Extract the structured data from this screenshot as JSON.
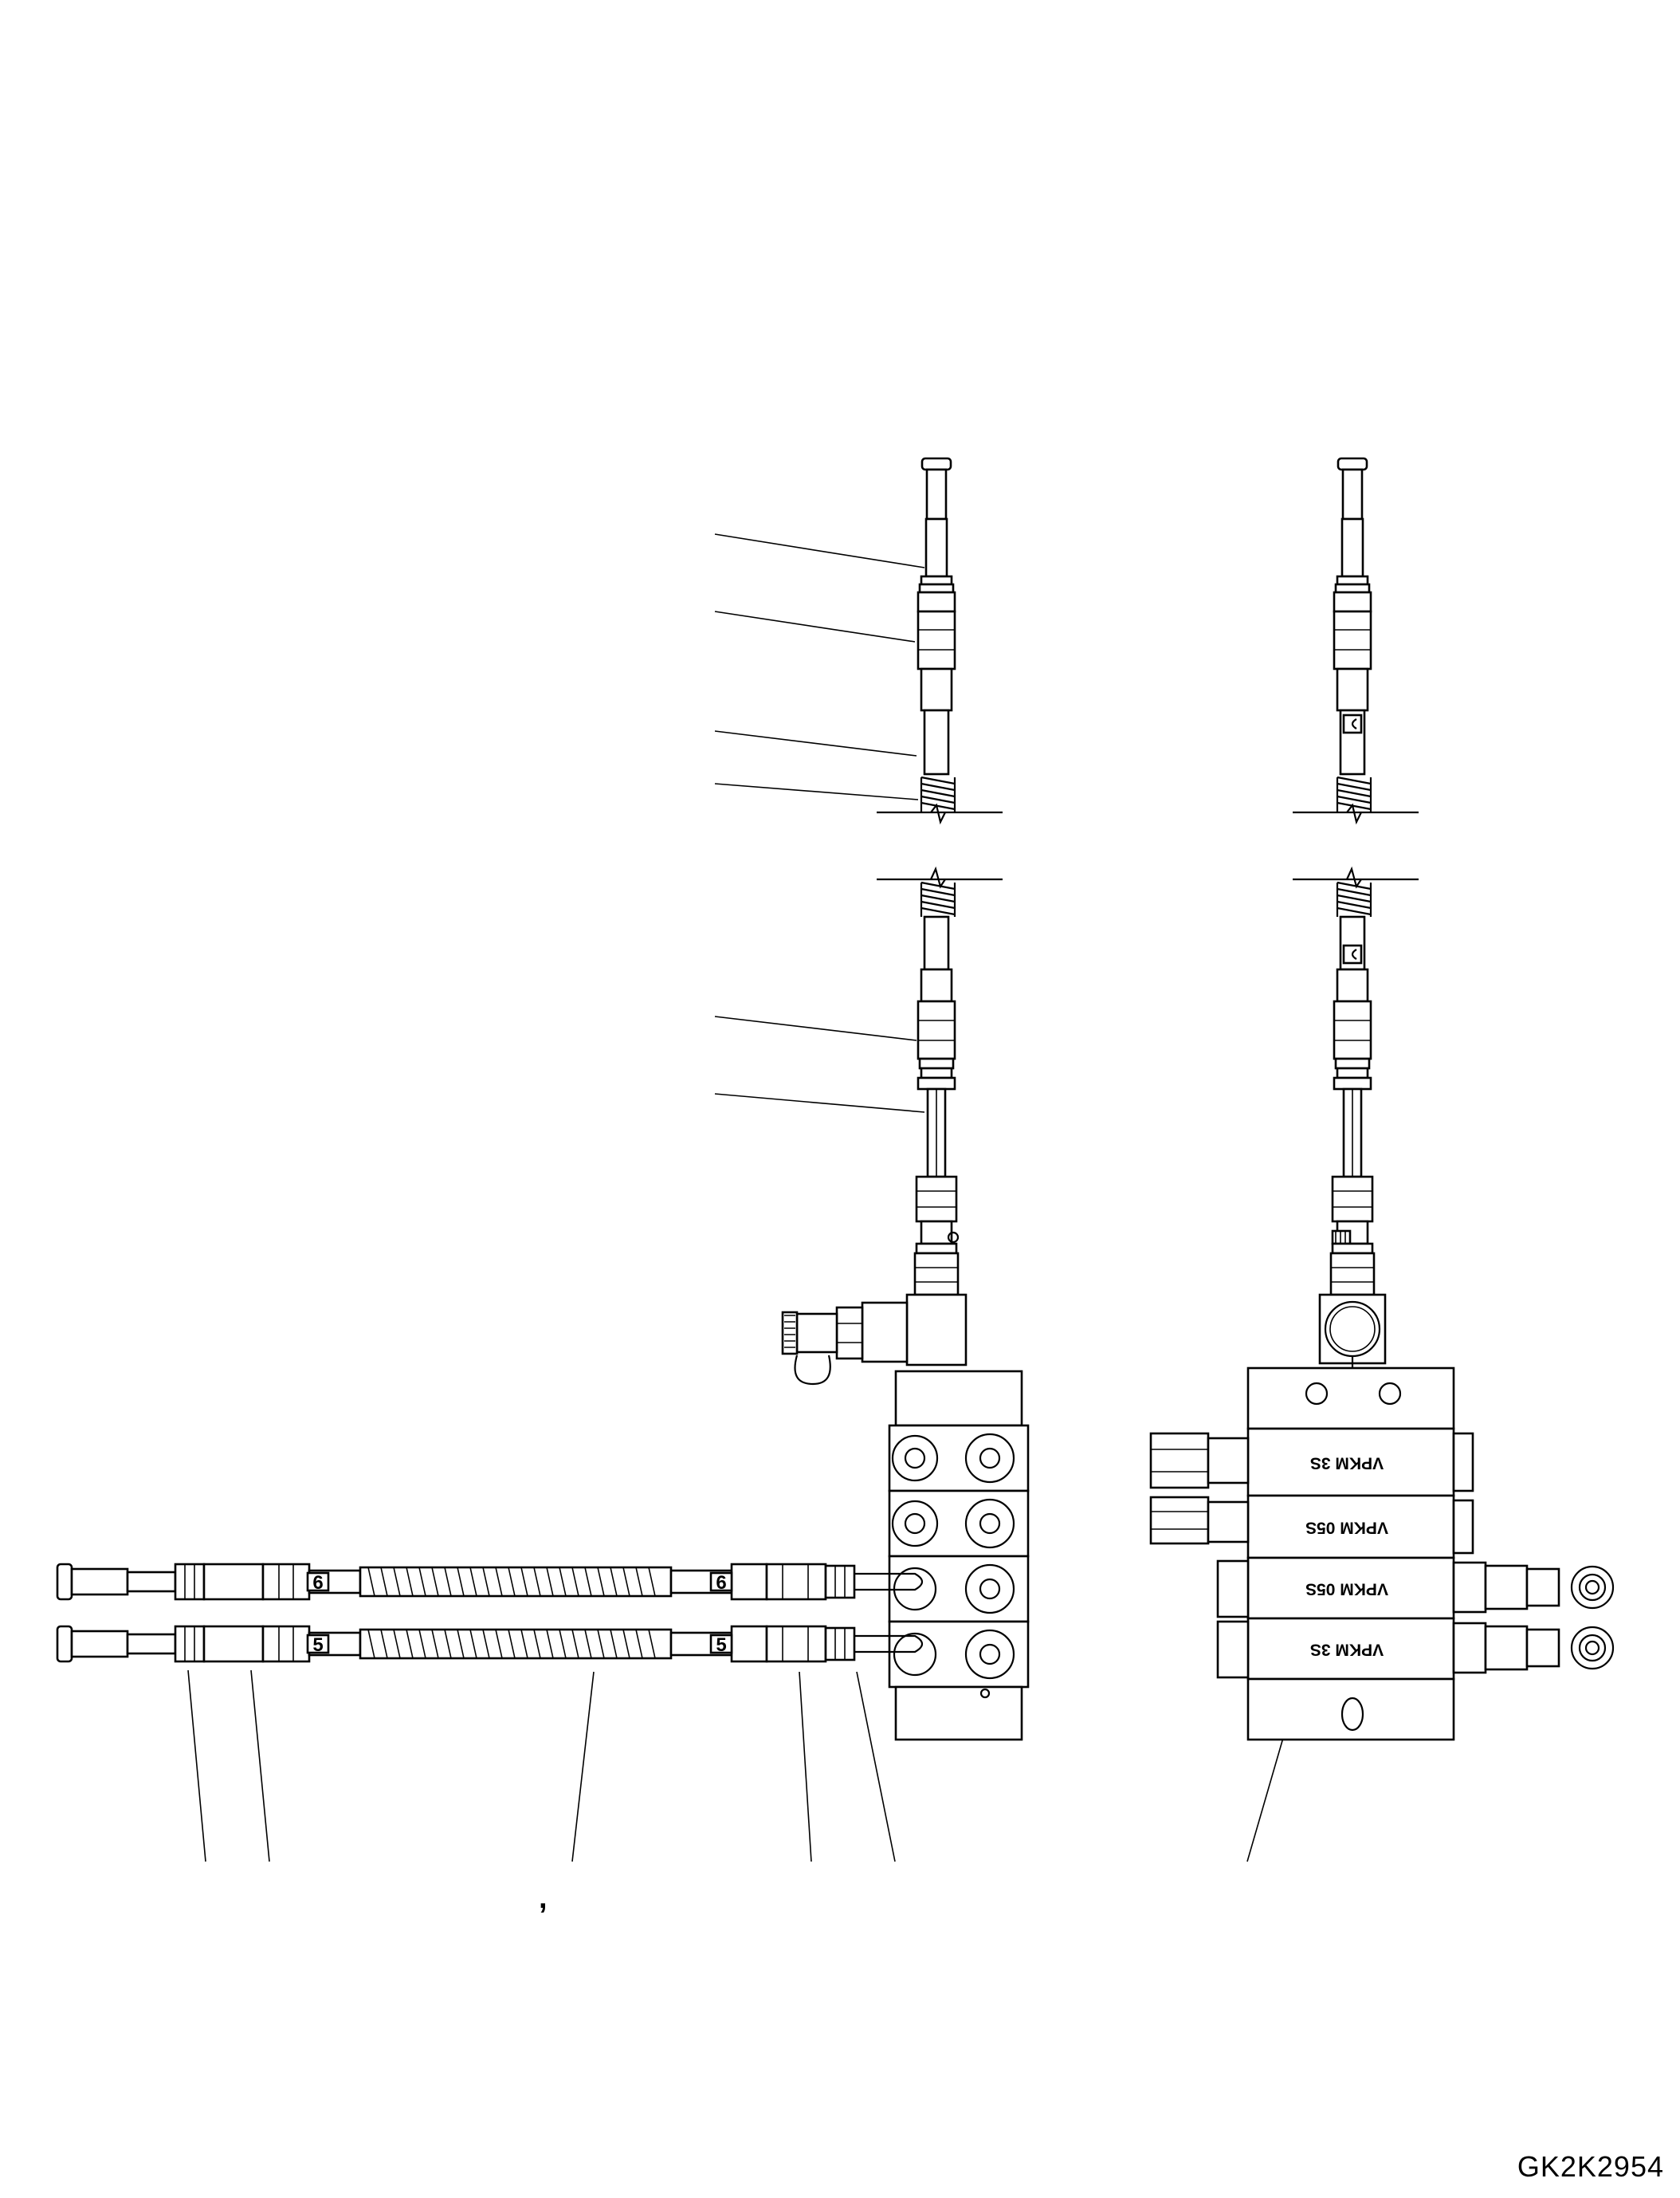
{
  "drawing": {
    "code": "GK2K2954",
    "stray_mark": ","
  },
  "hose_tags": {
    "upper": "6",
    "lower": "5"
  },
  "distributor_blocks": [
    {
      "label": "VPKM 3S"
    },
    {
      "label": "VPKM 05S"
    },
    {
      "label": "VPKM 05S"
    },
    {
      "label": "VPKM 3S"
    }
  ]
}
